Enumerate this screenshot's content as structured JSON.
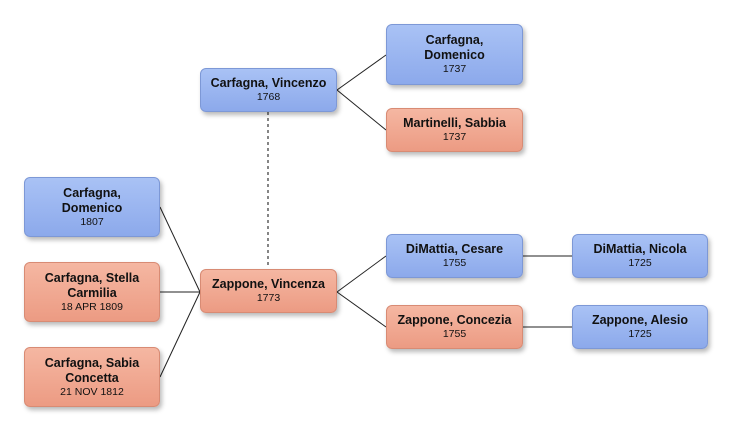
{
  "colors": {
    "male": "#8ca9eb",
    "female": "#ec9b83",
    "line": "#222222"
  },
  "people": {
    "vincenzo": {
      "name": "Carfagna, Vincenzo",
      "date": "1768",
      "sex": "male"
    },
    "domenico_1737": {
      "name": "Carfagna, Domenico",
      "date": "1737",
      "sex": "male"
    },
    "sabbia": {
      "name": "Martinelli, Sabbia",
      "date": "1737",
      "sex": "female"
    },
    "vincenza": {
      "name": "Zappone, Vincenza",
      "date": "1773",
      "sex": "female"
    },
    "domenico_1807": {
      "name": "Carfagna, Domenico",
      "date": "1807",
      "sex": "male"
    },
    "stella": {
      "name": "Carfagna, Stella Carmilia",
      "date": "18 APR 1809",
      "sex": "female"
    },
    "sabia": {
      "name": "Carfagna, Sabia Concetta",
      "date": "21 NOV 1812",
      "sex": "female"
    },
    "cesare": {
      "name": "DiMattia, Cesare",
      "date": "1755",
      "sex": "male"
    },
    "concezia": {
      "name": "Zappone, Concezia",
      "date": "1755",
      "sex": "female"
    },
    "nicola": {
      "name": "DiMattia, Nicola",
      "date": "1725",
      "sex": "male"
    },
    "alesio": {
      "name": "Zappone, Alesio",
      "date": "1725",
      "sex": "male"
    }
  }
}
